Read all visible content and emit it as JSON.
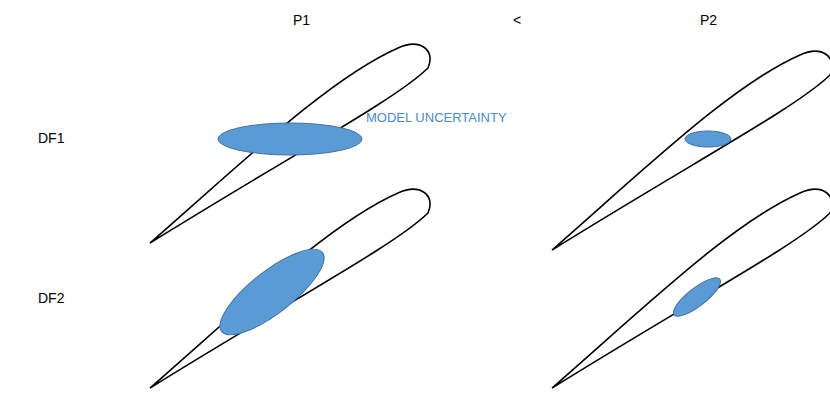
{
  "diagram": {
    "labels": [
      "P1",
      "<",
      "P2",
      "DF1",
      "DF2",
      "MODEL UNCERTAINTY"
    ]
  }
}
